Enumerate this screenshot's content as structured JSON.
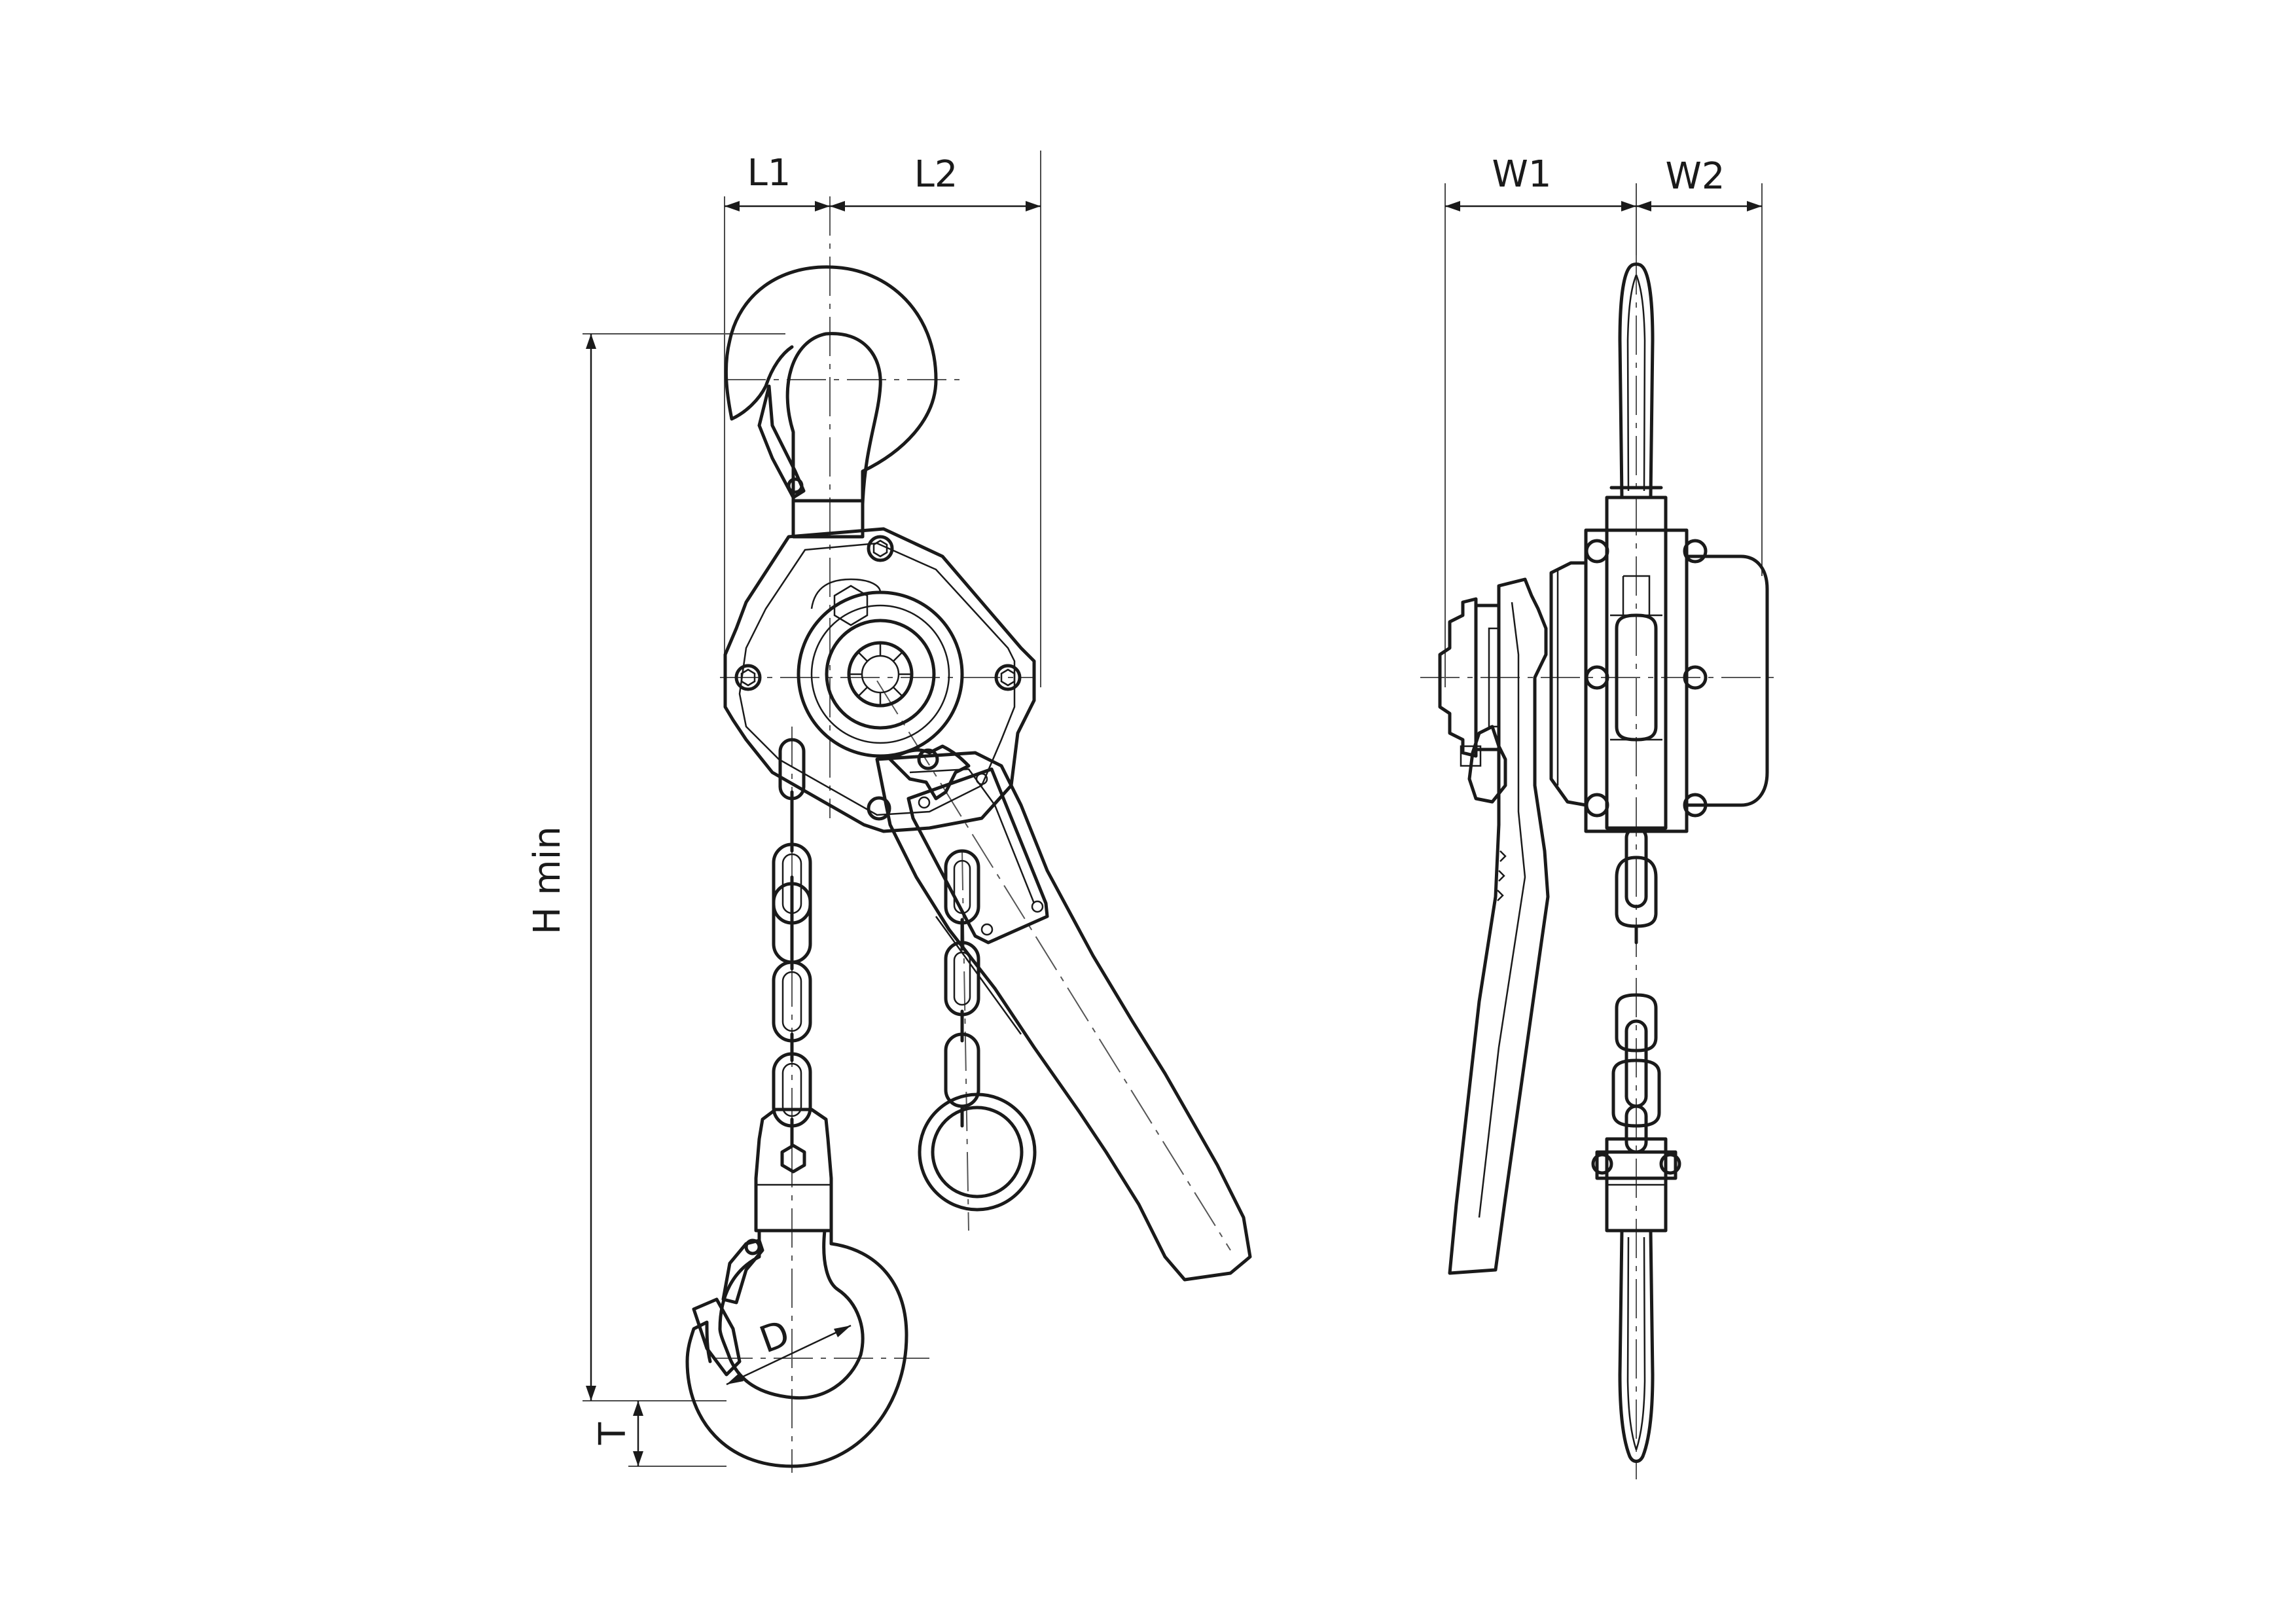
{
  "dimensions": {
    "L1": "L1",
    "L2": "L2",
    "W1": "W1",
    "W2": "W2",
    "Hmin": "H min",
    "T": "T",
    "D": "D"
  }
}
